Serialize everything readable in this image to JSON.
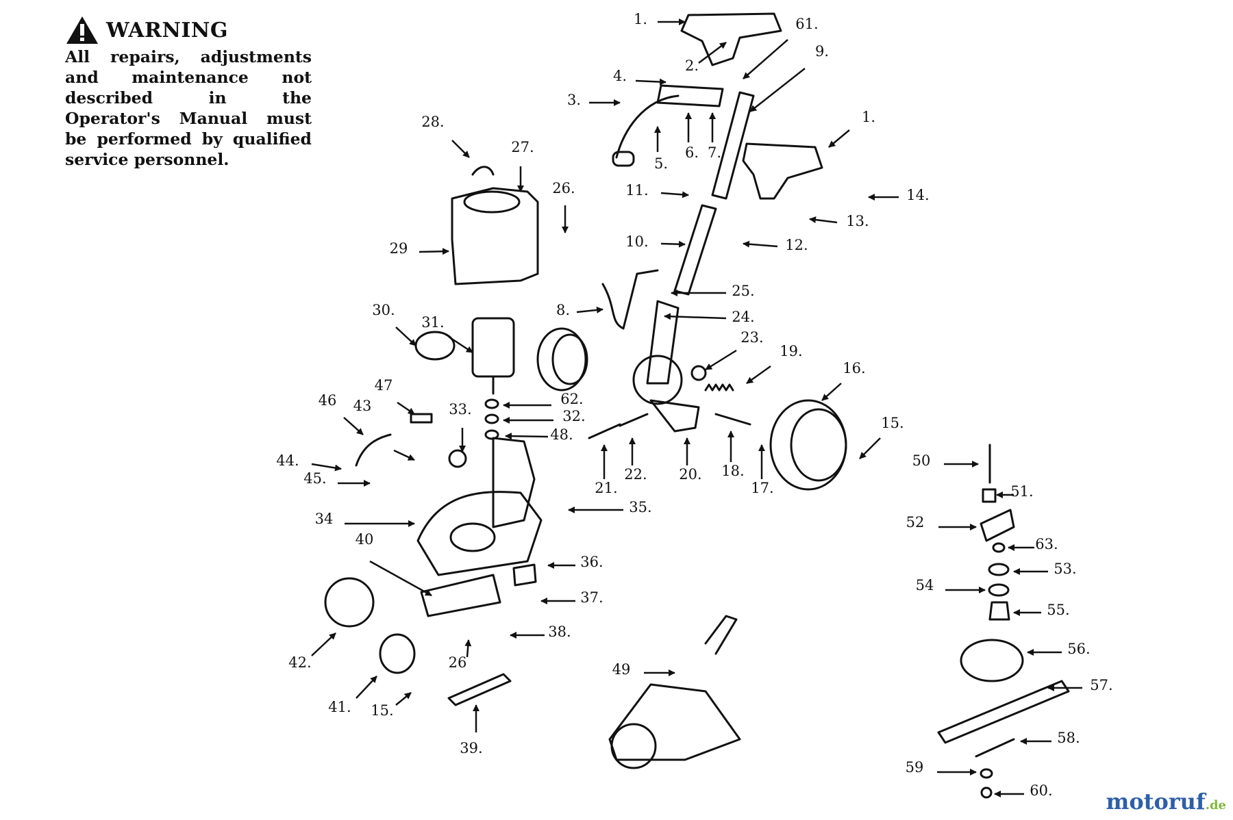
{
  "warning": {
    "title": "WARNING",
    "icon": "warning-triangle-icon",
    "body": "All repairs, adjustments and maintenance not described in the Operator's Manual must be performed by qualified service personnel."
  },
  "watermark": {
    "name": "motoruf",
    "suffix": ".de"
  },
  "colors": {
    "ink": "#111111",
    "brand_blue": "#2e5fa8",
    "brand_green": "#7fb93a"
  },
  "callouts": [
    "1.",
    "1.",
    "2.",
    "3.",
    "4.",
    "5.",
    "6.",
    "7.",
    "61.",
    "9.",
    "14.",
    "13.",
    "11.",
    "12.",
    "10.",
    "25.",
    "24.",
    "8.",
    "23.",
    "19.",
    "16.",
    "15.",
    "17.",
    "18.",
    "20.",
    "22.",
    "21.",
    "62.",
    "32.",
    "48.",
    "28.",
    "27.",
    "26.",
    "29",
    "30.",
    "31.",
    "33.",
    "47",
    "46",
    "43",
    "44.",
    "45.",
    "34",
    "35.",
    "40",
    "36.",
    "37.",
    "38.",
    "26",
    "42.",
    "41.",
    "15.",
    "39.",
    "49",
    "50",
    "51.",
    "52",
    "63.",
    "53.",
    "54",
    "55.",
    "56.",
    "57.",
    "58.",
    "59",
    "60."
  ]
}
